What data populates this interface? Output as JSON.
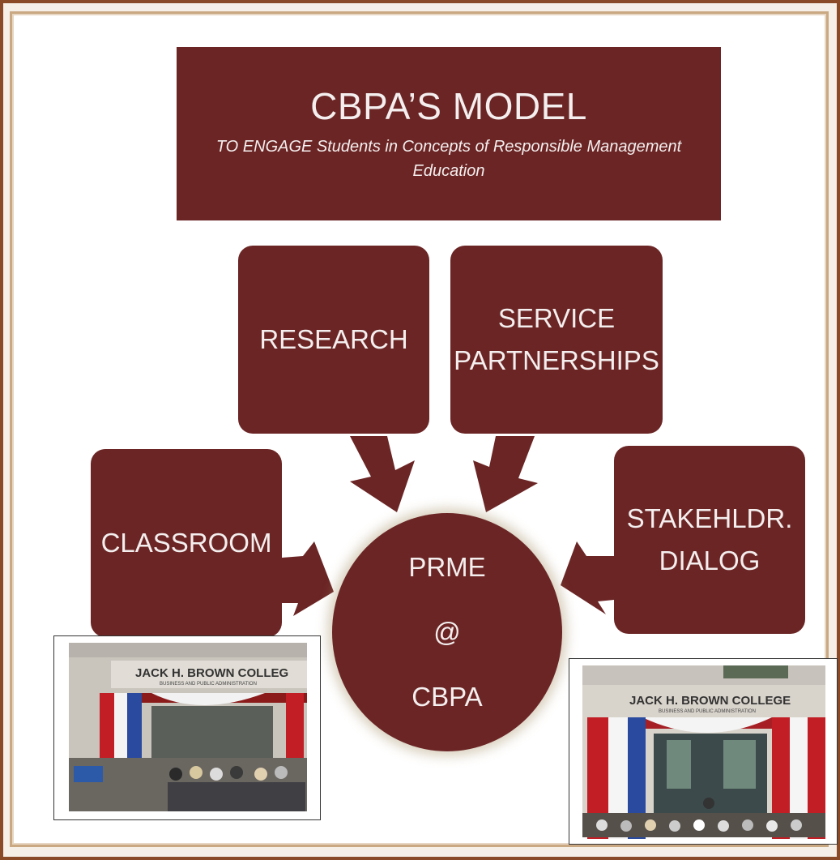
{
  "title_box": {
    "title": "CBPA’S MODEL",
    "subtitle": "TO ENGAGE Students in Concepts of Responsible Management Education"
  },
  "nodes": {
    "research": "RESEARCH",
    "service": "SERVICE\nPARTNERSHIPS",
    "classroom": "CLASSROOM",
    "stakeholder": "STAKEHLDR.\nDIALOG"
  },
  "center": {
    "line1": "PRME",
    "line2": "@",
    "line3": "CBPA"
  },
  "photos": {
    "left_sign": "JACK H. BROWN COLLEG",
    "left_sub": "BUSINESS AND PUBLIC ADMINISTRATION",
    "right_sign": "JACK H. BROWN COLLEGE",
    "right_sub": "BUSINESS AND PUBLIC ADMINISTRATION"
  },
  "colors": {
    "box_fill": "#6b2525",
    "frame": "#8a4a28",
    "text": "#f4eeee"
  }
}
